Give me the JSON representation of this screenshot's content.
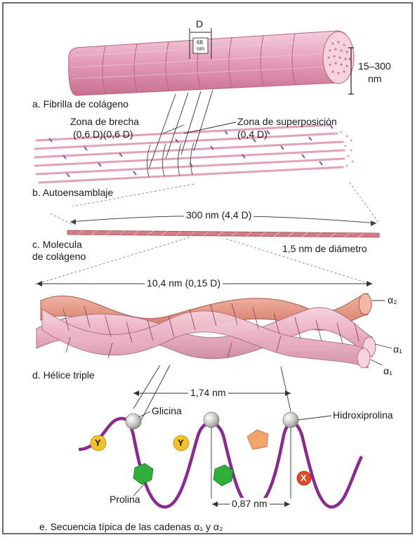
{
  "figure": {
    "dimension_D": "D",
    "nm_68": "68",
    "nm_68_unit": "nm",
    "diameter_range": "15–300",
    "diameter_unit": "nm",
    "label_a": "a. Fibrilla de colágeno",
    "gap_zone_title": "Zona de brecha",
    "gap_zone_values": "(0,6 D)(0,6 D)",
    "overlap_zone_title": "Zona de superposición",
    "overlap_zone_value": "(0,4 D)",
    "label_b": "b. Autoensamblaje",
    "length_300": "300 nm (4,4 D)",
    "label_c_line1": "c. Molecula",
    "label_c_line2": "de colágeno",
    "diameter_15": "1,5 nm de diámetro",
    "length_104": "10,4 nm (0,15 D)",
    "alpha2": "α₂",
    "alpha1_a": "α₁",
    "alpha1_b": "α₁",
    "label_d": "d. Hélice triple",
    "dist_174": "1,74 nm",
    "glycine": "Glicina",
    "hydroxyproline": "Hidroxiprolina",
    "y_label_1": "Y",
    "y_label_2": "Y",
    "x_label": "X",
    "proline": "Prolina",
    "dist_087": "0,87 nm",
    "label_e": "e. Secuencia típica de las cadenas α₁ y α₂"
  },
  "colors": {
    "fibril_pink": "#e8a7bf",
    "fibril_dark": "#c06a8c",
    "helix_salmon": "#e2907d",
    "helix_pink": "#eab0c3",
    "chain_purple": "#8a2a8f",
    "glycine_gray": "#c8c6c2",
    "yellow_y": "#f2c22a",
    "green_proline": "#2fae3c",
    "orange_hyp": "#f2a36b",
    "red_x": "#e24a25"
  }
}
